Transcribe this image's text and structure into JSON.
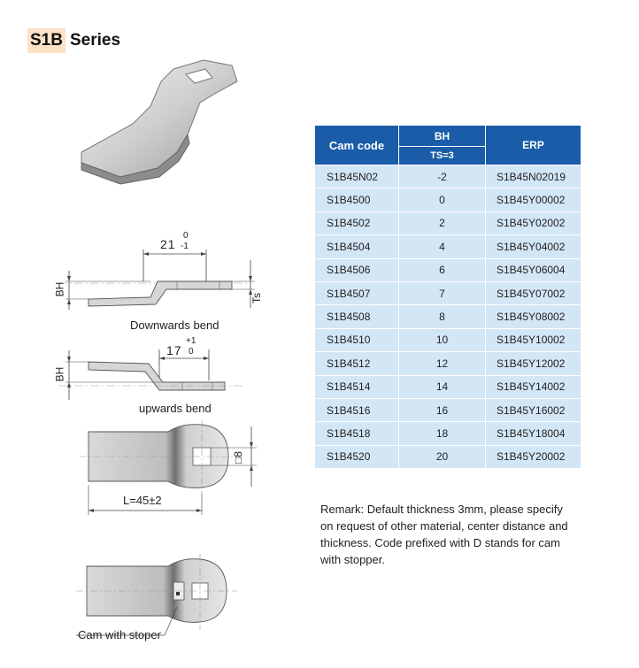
{
  "title": {
    "highlight": "S1B",
    "rest": "Series"
  },
  "table": {
    "headers": {
      "cam_code": "Cam code",
      "bh": "BH",
      "ts": "TS=3",
      "erp": "ERP"
    },
    "rows": [
      {
        "code": "S1B45N02",
        "bh": "-2",
        "erp": "S1B45N02019"
      },
      {
        "code": "S1B4500",
        "bh": "0",
        "erp": "S1B45Y00002"
      },
      {
        "code": "S1B4502",
        "bh": "2",
        "erp": "S1B45Y02002"
      },
      {
        "code": "S1B4504",
        "bh": "4",
        "erp": "S1B45Y04002"
      },
      {
        "code": "S1B4506",
        "bh": "6",
        "erp": "S1B45Y06004"
      },
      {
        "code": "S1B4507",
        "bh": "7",
        "erp": "S1B45Y07002"
      },
      {
        "code": "S1B4508",
        "bh": "8",
        "erp": "S1B45Y08002"
      },
      {
        "code": "S1B4510",
        "bh": "10",
        "erp": "S1B45Y10002"
      },
      {
        "code": "S1B4512",
        "bh": "12",
        "erp": "S1B45Y12002"
      },
      {
        "code": "S1B4514",
        "bh": "14",
        "erp": "S1B45Y14002"
      },
      {
        "code": "S1B4516",
        "bh": "16",
        "erp": "S1B45Y16002"
      },
      {
        "code": "S1B4518",
        "bh": "18",
        "erp": "S1B45Y18004"
      },
      {
        "code": "S1B4520",
        "bh": "20",
        "erp": "S1B45Y20002"
      }
    ]
  },
  "remark": "Remark: Default thickness 3mm, please specify on request of other material, center distance and thickness. Code prefixed with D stands for cam with stopper.",
  "drawings": {
    "downwards": {
      "dim_value": "21",
      "tol_upper": "0",
      "tol_lower": "-1",
      "bh_label": "BH",
      "ts_label": "Ts",
      "caption": "Downwards bend"
    },
    "upwards": {
      "dim_value": "17",
      "tol_upper": "+1",
      "tol_lower": "0",
      "bh_label": "BH",
      "caption": "upwards bend"
    },
    "top_view": {
      "length_label": "L=45±2",
      "square_label": "□8"
    },
    "stopper": {
      "caption": "Cam with stoper"
    }
  }
}
